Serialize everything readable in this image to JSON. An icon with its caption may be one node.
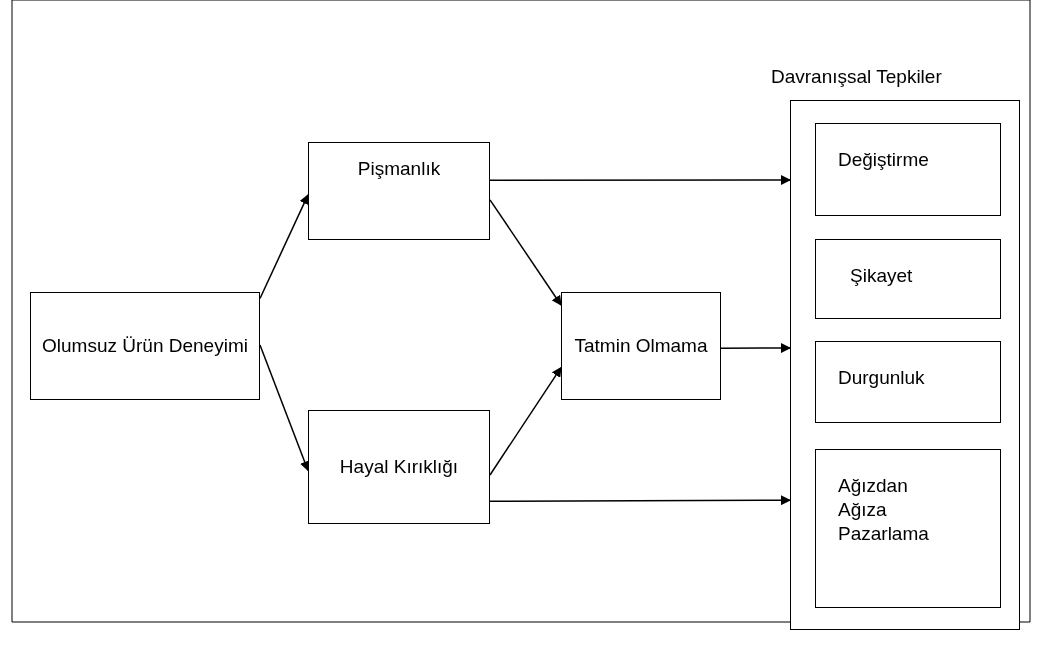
{
  "diagram": {
    "nodes": [
      {
        "text": [
          "Olumsuz  Ürün Deneyimi"
        ]
      },
      {
        "text": [
          "Pişmanlık"
        ]
      },
      {
        "text": [
          "Hayal Kırıklığı"
        ]
      },
      {
        "text": [
          "Tatmin Olmama"
        ]
      },
      {
        "text": [
          "Davranışsal Tepkiler"
        ]
      },
      {
        "text": [
          "Değiştirme"
        ],
        "in": 4
      },
      {
        "text": [
          "Şikayet"
        ],
        "in": 4
      },
      {
        "text": [
          "Durgunluk"
        ],
        "in": 4
      },
      {
        "text": [
          "Ağızdan Ağıza Pazarlama"
        ],
        "in": 4
      }
    ],
    "edges": [
      {
        "from": 0,
        "to": 1,
        "arrow": "to"
      },
      {
        "from": 0,
        "to": 2,
        "arrow": "to"
      },
      {
        "from": 1,
        "to": 3,
        "arrow": "to"
      },
      {
        "from": 2,
        "to": 3,
        "arrow": "to"
      },
      {
        "from": 1,
        "to": 4,
        "arrow": "to"
      },
      {
        "from": 3,
        "to": 4,
        "arrow": "to"
      },
      {
        "from": 2,
        "to": 4,
        "arrow": "to"
      }
    ]
  }
}
